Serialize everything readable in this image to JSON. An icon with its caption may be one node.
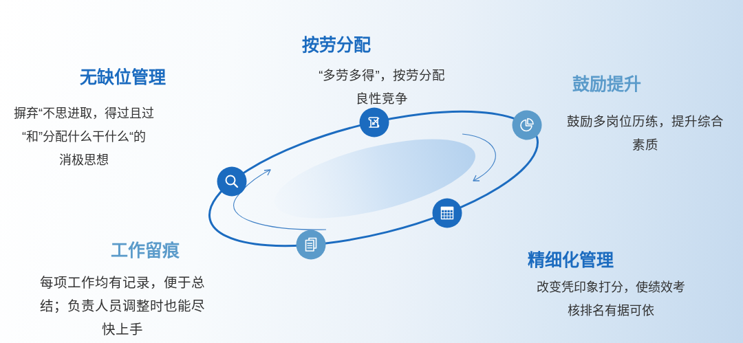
{
  "diagram": {
    "labels": [
      "无缺位管理",
      "摒弃“不思进取，得过且过“和”分配什么干什么“的消极思想",
      "按劳分配",
      "“多劳多得”，按劳分配良性竞争",
      "鼓励提升",
      "鼓励多岗位历练，提升综合素质",
      "工作留痕",
      "每项工作均有记录，便于总结；负责人员调整时也能尽快上手",
      "精细化管理",
      "改变凭印象打分，使绩效考核排名有据可依"
    ]
  }
}
